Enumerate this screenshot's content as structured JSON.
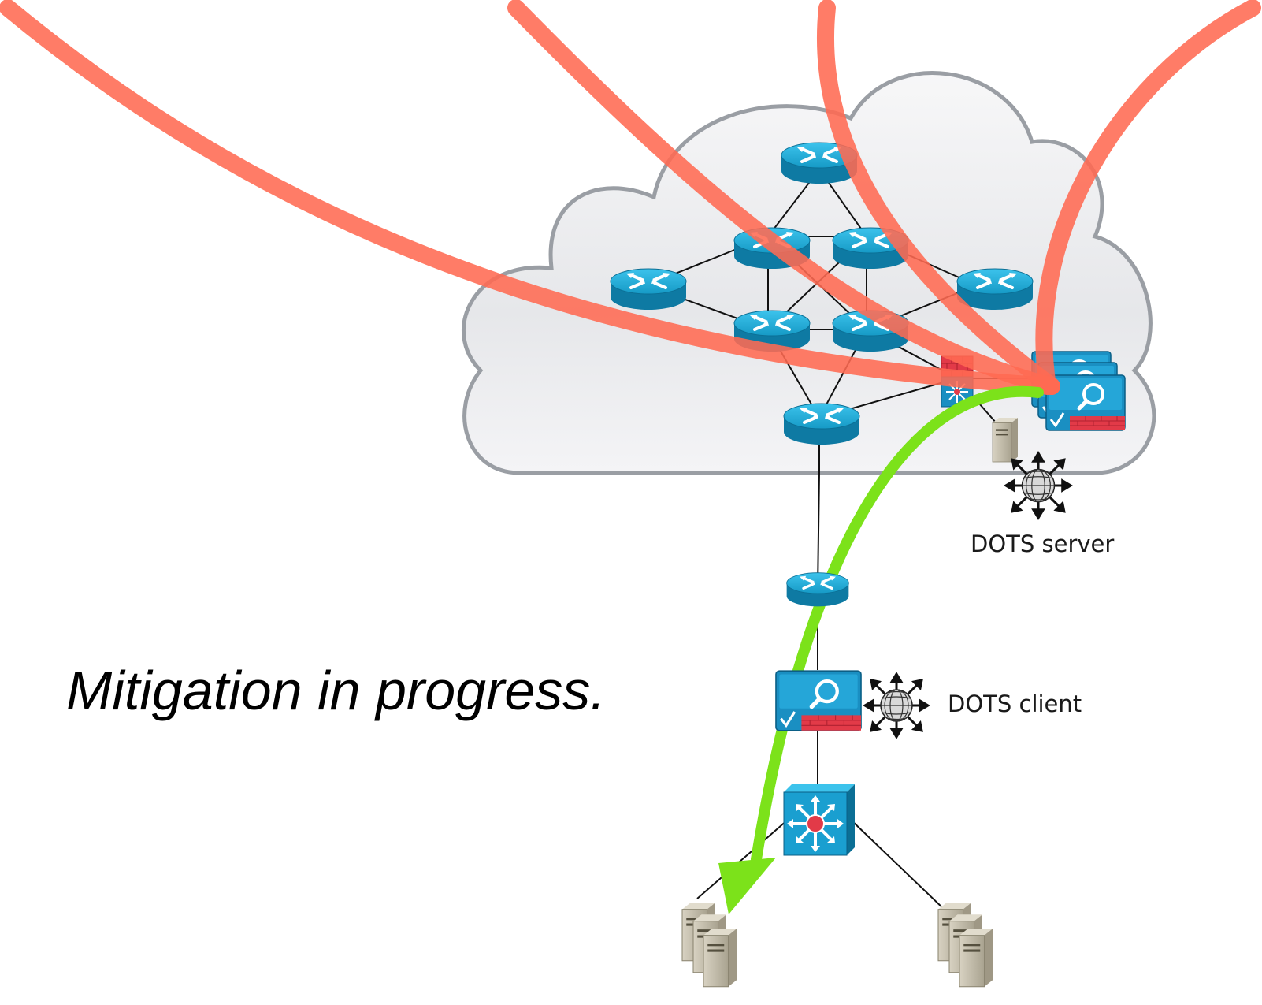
{
  "caption": "Mitigation in progress.",
  "labels": {
    "dots_server": "DOTS server",
    "dots_client": "DOTS client"
  },
  "icons": {
    "router": "router-icon",
    "firewall": "firewall-icon",
    "scrubber": "scrubbing-appliance-icon",
    "server": "server-icon",
    "dots_agent": "dots-agent-globe-icon",
    "switch": "layer3-switch-icon",
    "server_rack": "server-stack-icon"
  },
  "colors": {
    "attack_traffic": "#ff6a52",
    "clean_traffic": "#7ce21a",
    "router": "#1fa3cf",
    "router_side": "#0b6f95",
    "cloud_edge": "#9a9ea4",
    "cloud_fill": "#e8e9ec",
    "firewall_red": "#e23a48",
    "server_beige": "#bdb6a2"
  }
}
